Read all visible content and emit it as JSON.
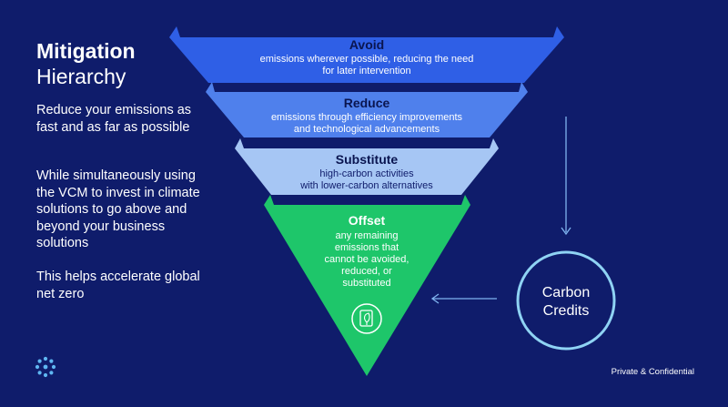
{
  "heading": {
    "bold": "Mitigation",
    "light": "Hierarchy"
  },
  "left_text": [
    "Reduce your emissions as fast and as far as possible",
    "While simultaneously using the VCM to invest in climate solutions to go above and beyond your business solutions",
    "This helps accelerate global net zero"
  ],
  "hierarchy": [
    {
      "title": "Avoid",
      "desc": [
        "emissions wherever possible, reducing the need",
        "for later intervention"
      ],
      "color": "#2f5fe6"
    },
    {
      "title": "Reduce",
      "desc": [
        "emissions through efficiency improvements",
        "and technological advancements"
      ],
      "color": "#4f80ec"
    },
    {
      "title": "Substitute",
      "desc": [
        "high-carbon activities",
        "with lower-carbon alternatives"
      ],
      "color": "#a6c6f4"
    },
    {
      "title": "Offset",
      "desc": [
        "any remaining",
        "emissions that",
        "cannot be avoided,",
        "reduced, or",
        "substituted"
      ],
      "color": "#1ec66a"
    }
  ],
  "carbon_credits": {
    "lines": [
      "Carbon",
      "Credits"
    ]
  },
  "icons": {
    "offset_icon": "leaf-document-icon",
    "logo": "dot-cluster-logo-icon"
  },
  "footer": "Private & Confidential",
  "colors": {
    "background": "#0f1c6b",
    "circle": "#8fd3f4",
    "arrow": "#7fb4ef"
  }
}
